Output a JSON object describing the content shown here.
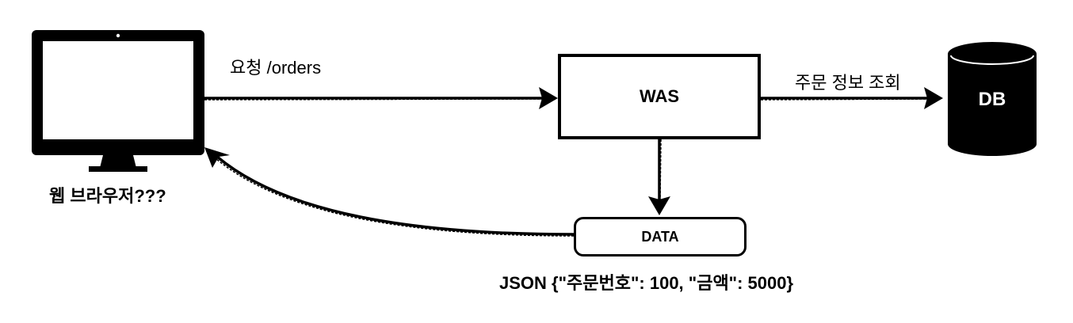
{
  "browser": {
    "label": "웹 브라우저???"
  },
  "request": {
    "label": "요청 /orders"
  },
  "was": {
    "label": "WAS"
  },
  "db_query": {
    "label": "주문 정보 조회"
  },
  "db": {
    "label": "DB"
  },
  "data_box": {
    "label": "DATA"
  },
  "json": {
    "label": "JSON {\"주문번호\": 100, \"금액\": 5000}"
  }
}
